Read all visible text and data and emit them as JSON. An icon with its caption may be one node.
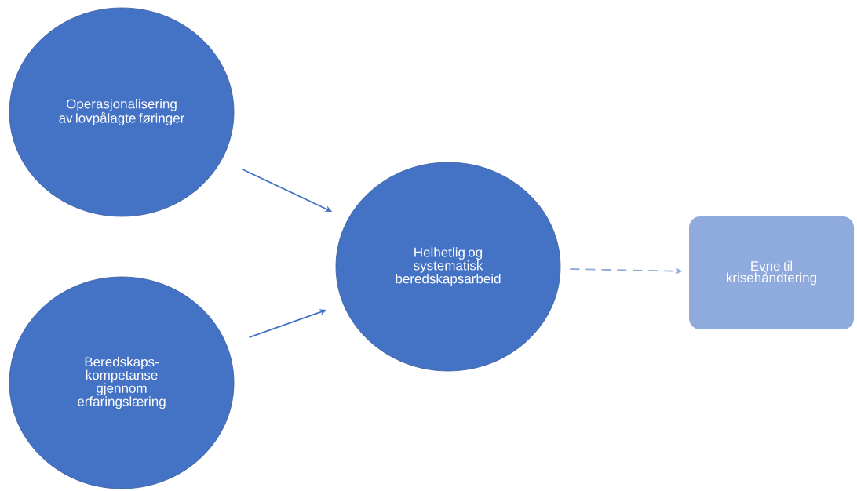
{
  "diagram": {
    "nodes": [
      {
        "text": [
          "Operasjonalisering av lovpålagte føringer"
        ]
      },
      {
        "text": [
          "Beredskaps- kompetanse gjennom erfaringslæring"
        ]
      },
      {
        "text": [
          "Helhetlig og systematisk beredskapsarbeid"
        ]
      },
      {
        "text": [
          "Evne til krisehåndtering"
        ]
      }
    ],
    "edges": [
      {
        "from": 0,
        "to": 2,
        "arrow": "to"
      },
      {
        "from": 1,
        "to": 2,
        "arrow": "to"
      },
      {
        "from": 2,
        "to": 3,
        "arrow": "to",
        "style": "dashed",
        "color": "#8faadc"
      }
    ]
  }
}
